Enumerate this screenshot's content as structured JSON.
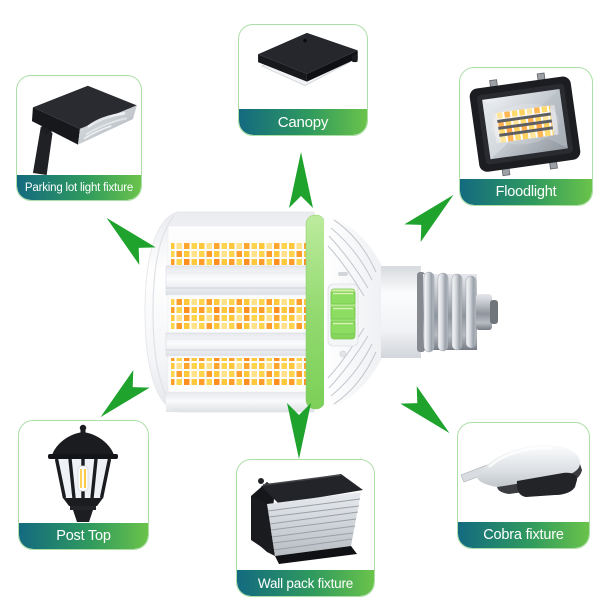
{
  "diagram": {
    "subject": "led-corn-bulb",
    "fixtures": [
      {
        "id": "parking-lot-light-fixture",
        "label": "Parking lot light fixture",
        "position": "top-left"
      },
      {
        "id": "canopy",
        "label": "Canopy",
        "position": "top-center"
      },
      {
        "id": "floodlight",
        "label": "Floodlight",
        "position": "top-right"
      },
      {
        "id": "post-top",
        "label": "Post Top",
        "position": "bottom-left"
      },
      {
        "id": "wall-pack-fixture",
        "label": "Wall pack fixture",
        "position": "bottom-center"
      },
      {
        "id": "cobra-fixture",
        "label": "Cobra fixture",
        "position": "bottom-right"
      }
    ],
    "arrows": [
      {
        "direction": "up",
        "target": "canopy"
      },
      {
        "direction": "up-left",
        "target": "parking-lot-light-fixture"
      },
      {
        "direction": "up-right",
        "target": "floodlight"
      },
      {
        "direction": "down",
        "target": "wall-pack-fixture"
      },
      {
        "direction": "down-left",
        "target": "post-top"
      },
      {
        "direction": "down-right",
        "target": "cobra-fixture"
      }
    ]
  },
  "colors": {
    "arrow_green": "#1fa32d",
    "label_gradient_start": "#136a80",
    "label_gradient_end": "#6ac34a",
    "label_text": "#ffffff",
    "card_border": "#abdfa5",
    "bulb_accent_green": "#8edd63",
    "led_yellow": "#ffd44d",
    "led_orange": "#ff9e2b",
    "background": "#ffffff"
  }
}
